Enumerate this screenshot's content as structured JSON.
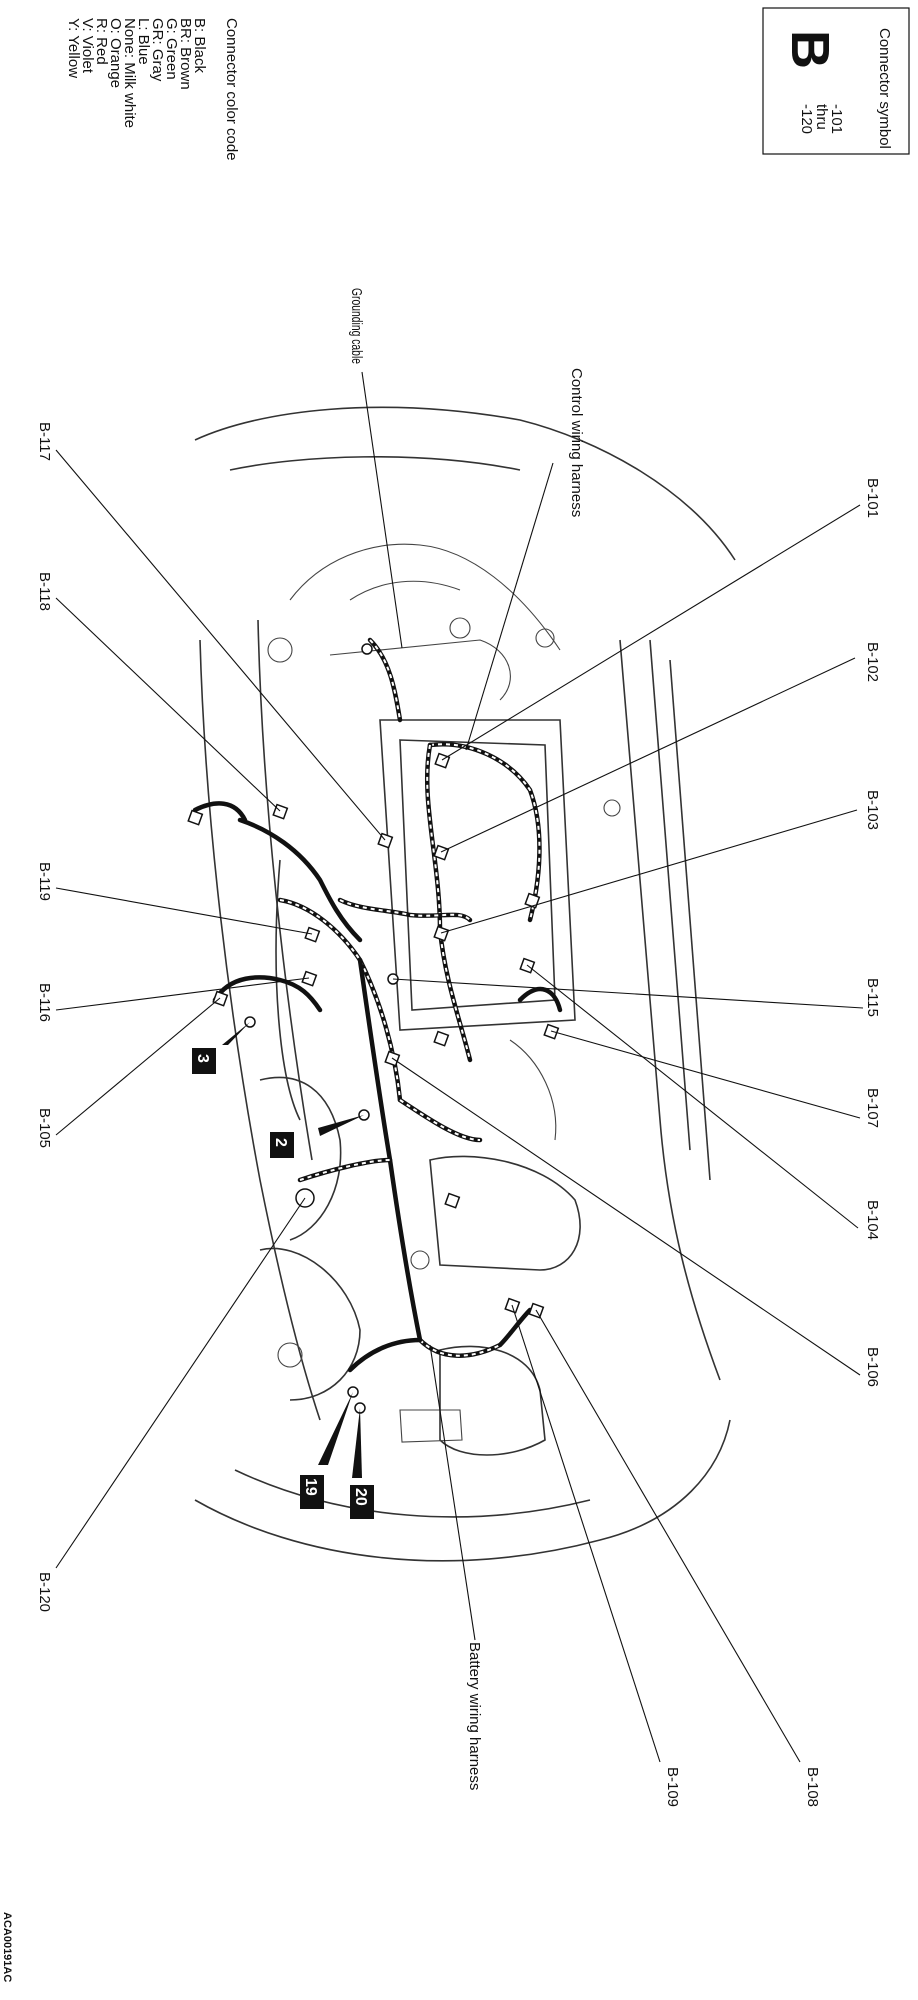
{
  "connector_symbol_box": {
    "title": "Connector symbol",
    "letter": "B",
    "range_from": "-101",
    "range_word": "thru",
    "range_to": "-120"
  },
  "color_code_legend": {
    "title": "Connector color code",
    "entries": [
      "B: Black",
      "BR: Brown",
      "G: Green",
      "GR: Gray",
      "L: Blue",
      "None: Milk white",
      "O: Orange",
      "R: Red",
      "V: Violet",
      "Y: Yellow"
    ]
  },
  "callouts": {
    "grounding_cable": "Grounding cable",
    "control_wiring_harness": "Control wiring harness",
    "battery_wiring_harness": "Battery wiring harness"
  },
  "connector_labels": {
    "b101": "B-101",
    "b102": "B-102",
    "b103": "B-103",
    "b104": "B-104",
    "b105": "B-105",
    "b106": "B-106",
    "b107": "B-107",
    "b108": "B-108",
    "b109": "B-109",
    "b115": "B-115",
    "b116": "B-116",
    "b117": "B-117",
    "b118": "B-118",
    "b119": "B-119",
    "b120": "B-120"
  },
  "ground_tags": {
    "g2": "2",
    "g3": "3",
    "g19": "19",
    "g20": "20"
  },
  "figure_code": "ACA00191AC"
}
